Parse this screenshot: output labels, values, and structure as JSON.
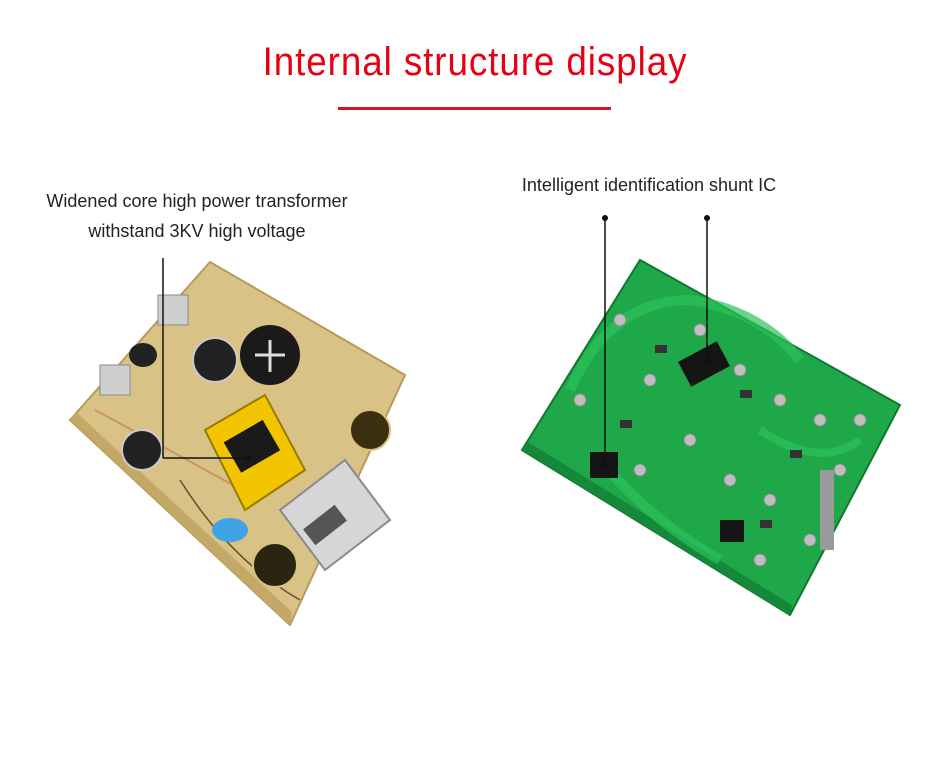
{
  "title": "Internal structure display",
  "left_callout": {
    "line1": "Widened core high power transformer",
    "line2": "withstand 3KV high voltage"
  },
  "right_callout": {
    "text": "Intelligent identification shunt IC"
  },
  "colors": {
    "title": "#e60012",
    "left_pcb": "#dcc58a",
    "right_pcb": "#1fa84a",
    "transformer": "#f2c500"
  }
}
